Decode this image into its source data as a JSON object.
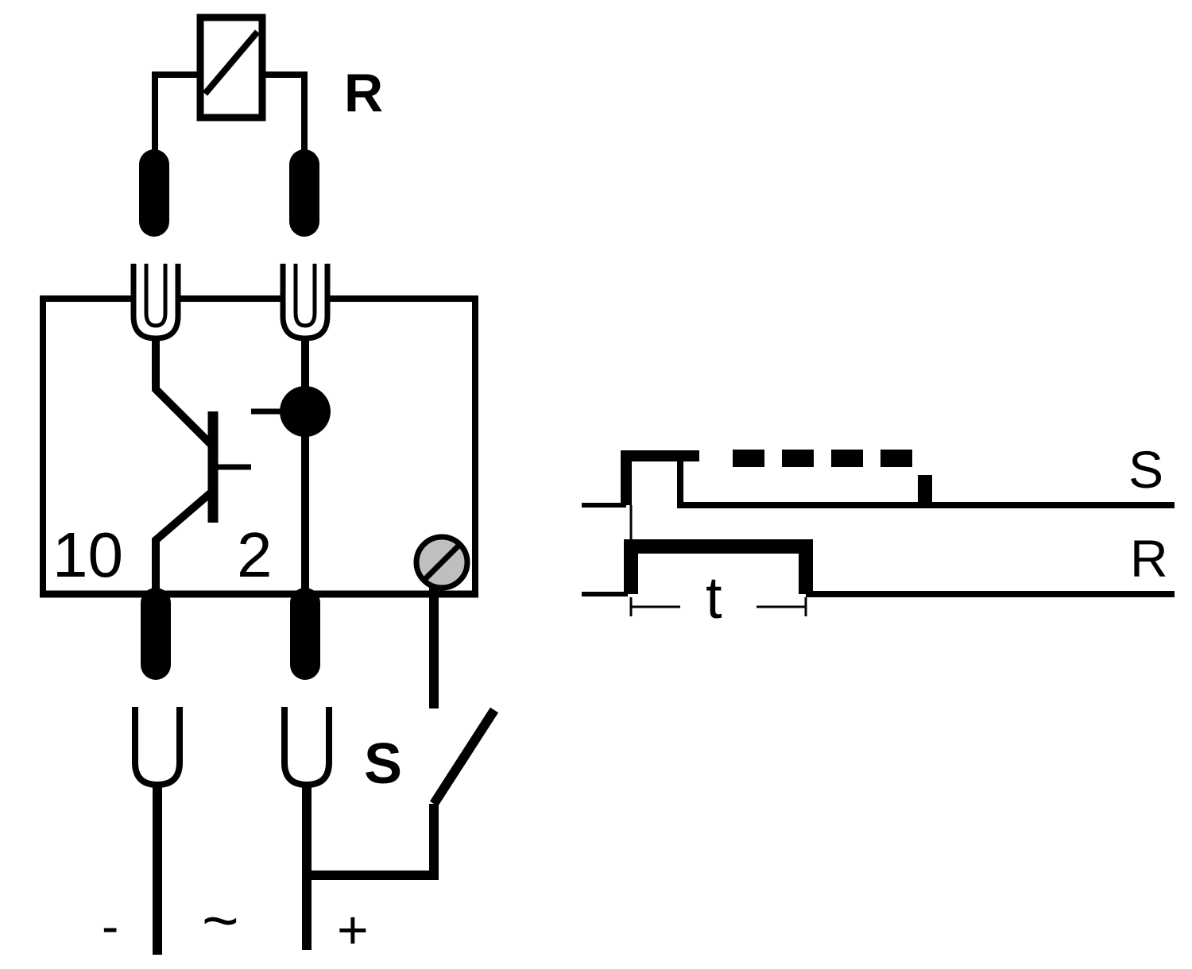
{
  "labels": {
    "relay": "R",
    "terminal_10": "10",
    "terminal_2": "2",
    "switch": "S",
    "minus": "-",
    "ac": "~",
    "plus": "+",
    "timing_s": "S",
    "timing_r": "R",
    "time_t": "t"
  },
  "colors": {
    "ink": "#000000",
    "paper": "#ffffff",
    "screw_fill": "#bfbfbf"
  }
}
